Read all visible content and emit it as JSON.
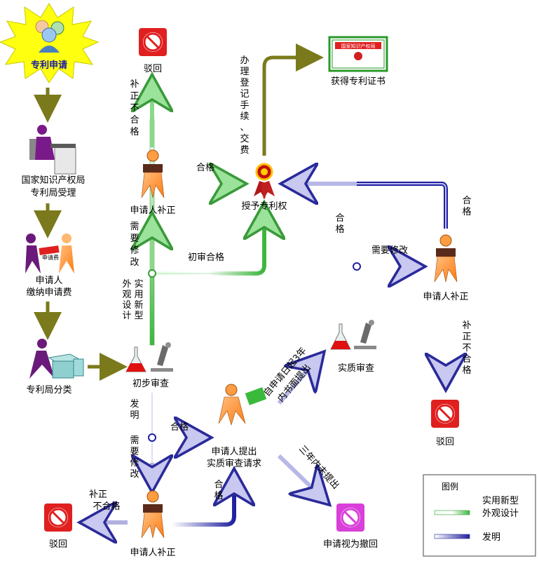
{
  "nodes": {
    "application": "专利申请",
    "accept_line1": "国家知识产权局",
    "accept_line2": "专利局受理",
    "fee_line1": "申请人",
    "fee_line2": "缴纳申请费",
    "fee_card": "申请费",
    "classify": "专利局分类",
    "prelim": "初步审查",
    "reject_top": "驳回",
    "amend_top": "申请人补正",
    "grant": "授予专利权",
    "certificate": "获得专利证书",
    "cert_text": "国家知识产权局",
    "amend_right": "申请人补正",
    "reject_right": "驳回",
    "substantive": "实质审查",
    "request_line1": "申请人提出",
    "request_line2": "实质审查请求",
    "amend_bottom": "申请人补正",
    "reject_bottom": "驳回",
    "withdrawn": "申请视为撤回"
  },
  "edges": {
    "not_ok_top": "补正不合格",
    "ok_top": "合格",
    "need_modify_left": "需要修改",
    "prelim_ok": "初审合格",
    "utility_design": "实用新型外观设计",
    "register": "办理登记手续、交费",
    "ok_mid": "合格",
    "need_modify_right": "需要修改",
    "ok_right": "合格",
    "not_ok_right": "补正不合格",
    "invention": "发明",
    "ok_invention": "合格",
    "need_modify_bottom": "需要修改",
    "not_ok_bottom_1": "补正",
    "not_ok_bottom_2": "不合格",
    "ok_bottom": "合格",
    "within_3y_1": "自申请日起3年",
    "within_3y_2": "内书面提出",
    "not_in_3y": "三年内未提出"
  },
  "legend": {
    "title": "图例",
    "utility_1": "实用新型",
    "utility_2": "外观设计",
    "invention": "发明"
  },
  "colors": {
    "olive": "#7a7a1c",
    "green": "#3db83d",
    "blue": "#2020a0",
    "orange": "#ff8a1e",
    "purple": "#6a1a7a",
    "red": "#e01f1f",
    "magenta": "#d93fd9"
  }
}
